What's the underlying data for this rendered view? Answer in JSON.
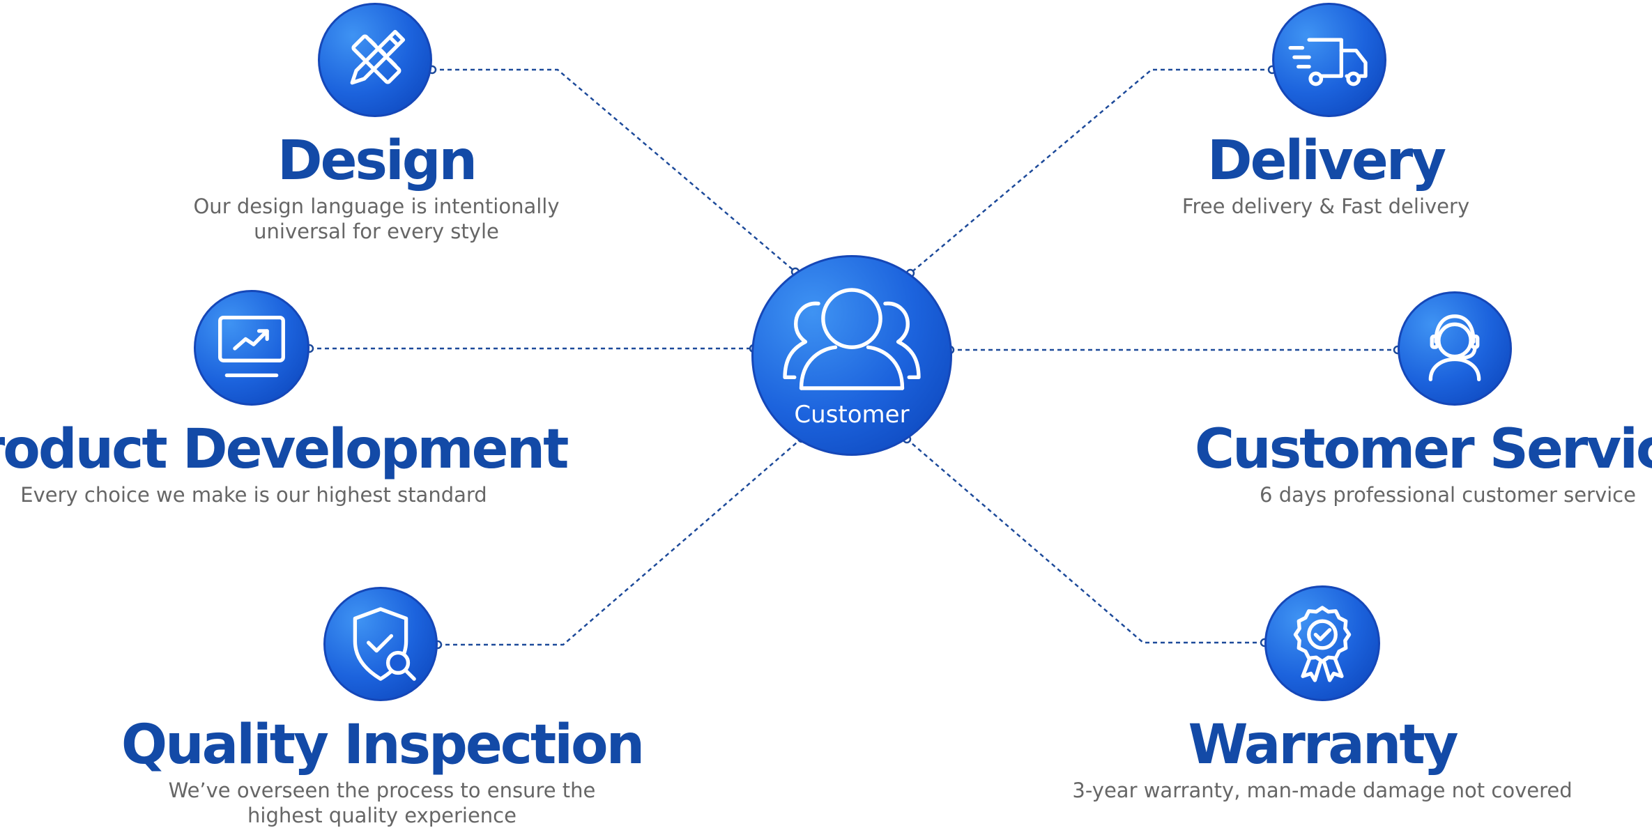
{
  "hub": {
    "label": "Customer",
    "icon": "customers-group-icon"
  },
  "features": [
    {
      "id": "design",
      "icon": "pencil-ruler-icon",
      "title": "Design",
      "desc_lines": [
        "Our design language is intentionally",
        "universal for every style"
      ]
    },
    {
      "id": "product-development",
      "icon": "monitor-chart-icon",
      "title": "Product Development",
      "desc_lines": [
        "Every choice we make is our highest standard"
      ]
    },
    {
      "id": "quality-inspection",
      "icon": "shield-search-icon",
      "title": "Quality Inspection",
      "desc_lines": [
        "We’ve overseen the process to ensure the",
        "highest quality experience"
      ]
    },
    {
      "id": "delivery",
      "icon": "truck-icon",
      "title": "Delivery",
      "desc_lines": [
        "Free delivery & Fast delivery"
      ]
    },
    {
      "id": "customer-service",
      "icon": "headset-agent-icon",
      "title": "Customer Service",
      "desc_lines": [
        "6 days professional customer service"
      ]
    },
    {
      "id": "warranty",
      "icon": "award-badge-icon",
      "title": "Warranty",
      "desc_lines": [
        "3-year warranty, man-made damage not covered"
      ]
    }
  ],
  "colors": {
    "accent": "#134aa7",
    "node_light": "#3f93f3",
    "node_dark": "#0a41b6",
    "connector": "#1d4a9a",
    "body_text": "#666666"
  }
}
